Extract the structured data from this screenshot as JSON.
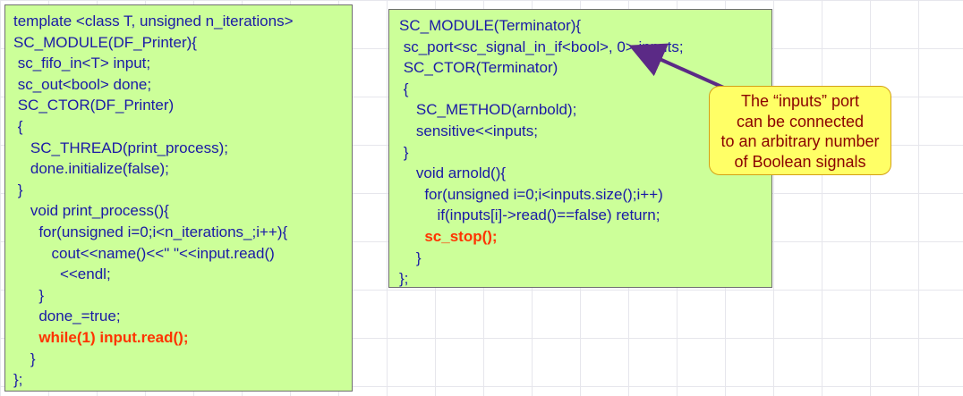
{
  "left_code": [
    {
      "text": "template <class T, unsigned n_iterations>",
      "highlight": false
    },
    {
      "text": "SC_MODULE(DF_Printer){",
      "highlight": false
    },
    {
      "text": " sc_fifo_in<T> input;",
      "highlight": false
    },
    {
      "text": " sc_out<bool> done;",
      "highlight": false
    },
    {
      "text": " SC_CTOR(DF_Printer)",
      "highlight": false
    },
    {
      "text": " {",
      "highlight": false
    },
    {
      "text": "    SC_THREAD(print_process);",
      "highlight": false
    },
    {
      "text": "    done.initialize(false);",
      "highlight": false
    },
    {
      "text": " }",
      "highlight": false
    },
    {
      "text": "    void print_process(){",
      "highlight": false
    },
    {
      "text": "      for(unsigned i=0;i<n_iterations_;i++){",
      "highlight": false
    },
    {
      "text": "         cout<<name()<<\" \"<<input.read()",
      "highlight": false
    },
    {
      "text": "           <<endl;",
      "highlight": false
    },
    {
      "text": "      }",
      "highlight": false
    },
    {
      "text": "      done_=true;",
      "highlight": false
    },
    {
      "text": "      while(1) input.read();",
      "highlight": true
    },
    {
      "text": "    }",
      "highlight": false
    },
    {
      "text": "};",
      "highlight": false
    }
  ],
  "right_code": [
    {
      "text": "SC_MODULE(Terminator){",
      "highlight": false
    },
    {
      "text": " sc_port<sc_signal_in_if<bool>, 0> inputs;",
      "highlight": false
    },
    {
      "text": " SC_CTOR(Terminator)",
      "highlight": false
    },
    {
      "text": " {",
      "highlight": false
    },
    {
      "text": "    SC_METHOD(arnbold);",
      "highlight": false
    },
    {
      "text": "    sensitive<<inputs;",
      "highlight": false
    },
    {
      "text": " }",
      "highlight": false
    },
    {
      "text": "    void arnold(){",
      "highlight": false
    },
    {
      "text": "      for(unsigned i=0;i<inputs.size();i++)",
      "highlight": false
    },
    {
      "text": "         if(inputs[i]->read()==false) return;",
      "highlight": false
    },
    {
      "text": "      sc_stop();",
      "highlight": true
    },
    {
      "text": "    }",
      "highlight": false
    },
    {
      "text": "};",
      "highlight": false
    }
  ],
  "callout": {
    "lines": [
      "The “inputs” port",
      "can be connected",
      "to an arbitrary number",
      "of Boolean signals"
    ]
  },
  "colors": {
    "box_fill": "#ccff99",
    "code_text": "#1a1aa6",
    "highlight_text": "#ff3300",
    "callout_fill": "#ffff66",
    "callout_text": "#8b0000",
    "arrow": "#5b2a86"
  }
}
